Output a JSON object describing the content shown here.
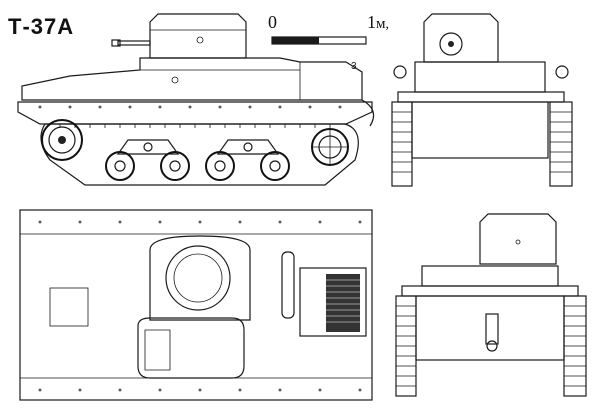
{
  "title": "Т-37А",
  "scale": {
    "start_label": "0",
    "end_label": "1",
    "unit_label": "м",
    "tick_mark": ","
  },
  "side_view": {
    "hull_number": "3"
  },
  "colors": {
    "ink": "#1a1a1a",
    "paper": "#ffffff"
  }
}
